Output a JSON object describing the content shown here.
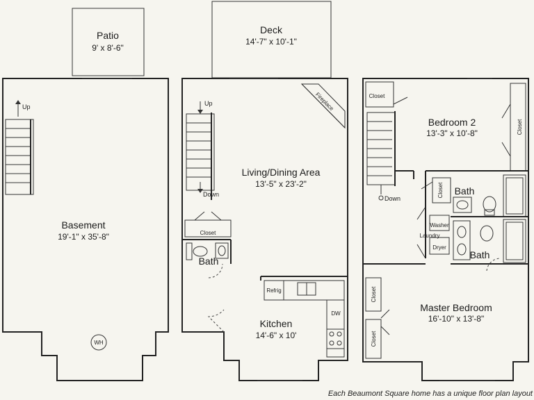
{
  "rooms": {
    "patio": {
      "name": "Patio",
      "dims": "9' x 8'-6\""
    },
    "deck": {
      "name": "Deck",
      "dims": "14'-7\" x 10'-1\""
    },
    "basement": {
      "name": "Basement",
      "dims": "19'-1\" x 35'-8\""
    },
    "living": {
      "name": "Living/Dining Area",
      "dims": "13'-5\" x 23'-2\""
    },
    "kitchen": {
      "name": "Kitchen",
      "dims": "14'-6\" x 10'"
    },
    "bedroom2": {
      "name": "Bedroom 2",
      "dims": "13'-3\" x 10'-8\""
    },
    "master": {
      "name": "Master Bedroom",
      "dims": "16'-10\" x 13'-8\""
    }
  },
  "labels": {
    "up": "Up",
    "down": "Down",
    "wh": "WH",
    "fireplace": "Fireplace",
    "closet": "Closet",
    "bath": "Bath",
    "refrig": "Refrig",
    "dw": "DW",
    "washer": "Washer",
    "dryer": "Dryer",
    "laundry": "Laundry"
  },
  "footer": {
    "line1": "Each Beaumont Square home has a unique floor plan layout"
  }
}
